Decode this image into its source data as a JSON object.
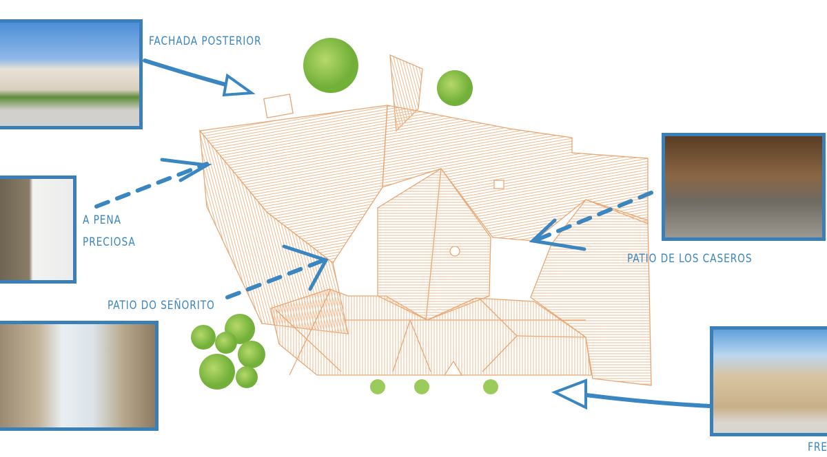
{
  "labels": {
    "fachada": "FACHADA POSTERIOR",
    "pena_1": "A PENA",
    "pena_2": "PRECIOSA",
    "senorito": "PATIO DO SEÑORITO",
    "caseros": "PATIO DE LOS CASEROS",
    "fre": "FRE"
  },
  "colors": {
    "accent": "#3a86c0",
    "roof": "#e8a672",
    "tree": "#8cc04a"
  }
}
